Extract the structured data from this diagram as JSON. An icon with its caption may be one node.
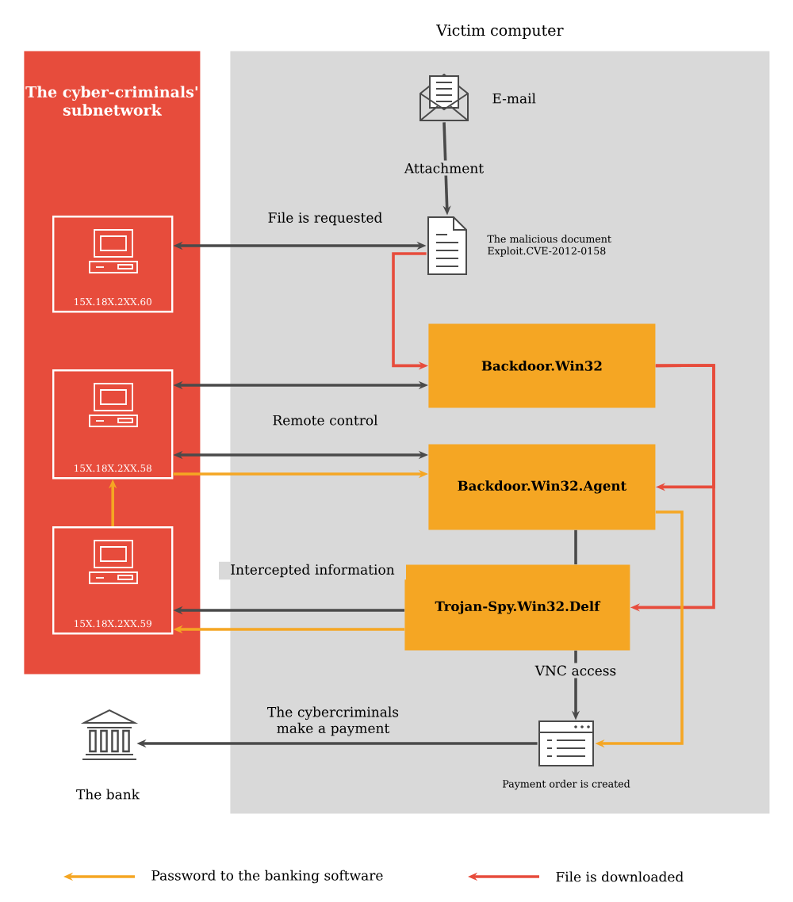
{
  "diagram": {
    "nodes": [
      {
        "text": [
          "The cyber-criminals' subnetwork"
        ]
      },
      {
        "text": [
          "Victim computer"
        ]
      },
      {
        "text": [
          "15X.18X.2XX.60"
        ],
        "in": 0
      },
      {
        "text": [
          "15X.18X.2XX.58"
        ],
        "in": 0
      },
      {
        "text": [
          "15X.18X.2XX.59"
        ],
        "in": 0
      },
      {
        "text": [],
        "shape": "envelope",
        "beside": [
          "E-mail"
        ],
        "in": 1
      },
      {
        "text": [],
        "shape": "document",
        "beside": [
          "The malicious document Exploit.CVE-2012-0158"
        ],
        "in": 1
      },
      {
        "text": [
          "Backdoor.Win32"
        ],
        "in": 1
      },
      {
        "text": [
          "Backdoor.Win32.Agent"
        ],
        "in": 1
      },
      {
        "text": [
          "Trojan-Spy.Win32.Delf"
        ],
        "in": 1
      },
      {
        "text": [],
        "shape": "form",
        "beside": [
          "Payment order is created"
        ],
        "in": 1
      },
      {
        "text": [],
        "shape": "bank",
        "beside": [
          "The bank"
        ]
      }
    ],
    "edges": [
      {
        "from": 5,
        "to": 6,
        "arrow": "to",
        "label": "Attachment"
      },
      {
        "from": 2,
        "to": 6,
        "arrow": "both",
        "label": "File is requested"
      },
      {
        "from": 6,
        "to": 7,
        "arrow": "to",
        "color": "#e74c3c"
      },
      {
        "from": 3,
        "to": 7,
        "arrow": "both",
        "label": "Remote control"
      },
      {
        "from": 3,
        "to": 8,
        "arrow": "both"
      },
      {
        "from": 3,
        "to": 8,
        "arrow": "to",
        "color": "#f5a623"
      },
      {
        "from": 4,
        "to": 3,
        "arrow": "to",
        "color": "#f5a623"
      },
      {
        "from": 9,
        "to": 4,
        "arrow": "to",
        "label": "Intercepted information"
      },
      {
        "from": 9,
        "to": 4,
        "arrow": "to",
        "color": "#f5a623"
      },
      {
        "from": 8,
        "to": 9,
        "arrow": "none"
      },
      {
        "from": 7,
        "to": 8,
        "arrow": "to",
        "color": "#e74c3c"
      },
      {
        "from": 7,
        "to": 9,
        "arrow": "to",
        "color": "#e74c3c"
      },
      {
        "from": 9,
        "to": 10,
        "arrow": "to",
        "label": "VNC access"
      },
      {
        "from": 8,
        "to": 10,
        "arrow": "to",
        "color": "#f5a623"
      },
      {
        "from": 10,
        "to": 11,
        "arrow": "to",
        "label": "The cybercriminals make a payment"
      }
    ],
    "legend": [
      {
        "text": "Password to the banking software",
        "color": "#f5a623"
      },
      {
        "text": "File is downloaded",
        "color": "#e74c3c"
      }
    ]
  }
}
